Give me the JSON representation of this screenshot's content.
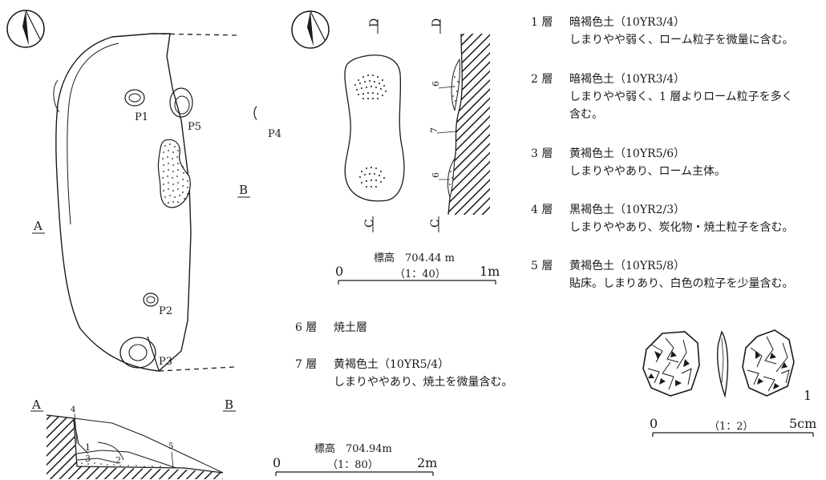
{
  "plan_main": {
    "labels": {
      "a": "A",
      "b": "B",
      "p1": "P1",
      "p2": "P2",
      "p3": "P3",
      "p4": "P4",
      "p5": "P5"
    }
  },
  "section_ab": {
    "labels": {
      "a": "A",
      "b": "B",
      "l1": "1",
      "l2": "2",
      "l3": "3",
      "l4": "4",
      "l5": "5"
    }
  },
  "scale_large": {
    "elevation": "標高　704.94m",
    "start": "0",
    "ratio": "（1：80）",
    "end": "2m"
  },
  "hearth_plan": {
    "label_d": "D",
    "label_c": "C",
    "label_d2": "D",
    "label_c2": "C",
    "l6a": "6",
    "l7": "7",
    "l6b": "6"
  },
  "scale_hearth": {
    "elevation": "標高　704.44 m",
    "start": "0",
    "ratio": "（1：40）",
    "end": "1m"
  },
  "layers_pit": [
    {
      "num": "1 層",
      "name": "暗褐色土（10YR3/4）",
      "desc": "しまりやや弱く、ローム粒子を微量に含む。"
    },
    {
      "num": "2 層",
      "name": "暗褐色土（10YR3/4）",
      "desc": "しまりやや弱く、1 層よりローム粒子を多く",
      "desc2": "含む。"
    },
    {
      "num": "3 層",
      "name": "黄褐色土（10YR5/6）",
      "desc": "しまりややあり、ローム主体。"
    },
    {
      "num": "4 層",
      "name": "黒褐色土（10YR2/3）",
      "desc": "しまりややあり、炭化物・焼土粒子を含む。"
    },
    {
      "num": "5 層",
      "name": "黄褐色土（10YR5/8）",
      "desc": "貼床。しまりあり、白色の粒子を少量含む。"
    }
  ],
  "layers_hearth": [
    {
      "num": "6 層",
      "name": "焼土層"
    },
    {
      "num": "7 層",
      "name": "黄褐色土（10YR5/4）",
      "desc": "しまりややあり、焼土を微量含む。"
    }
  ],
  "artifact": {
    "number": "1"
  },
  "scale_artifact": {
    "start": "0",
    "ratio": "（1：2）",
    "end": "5cm"
  }
}
